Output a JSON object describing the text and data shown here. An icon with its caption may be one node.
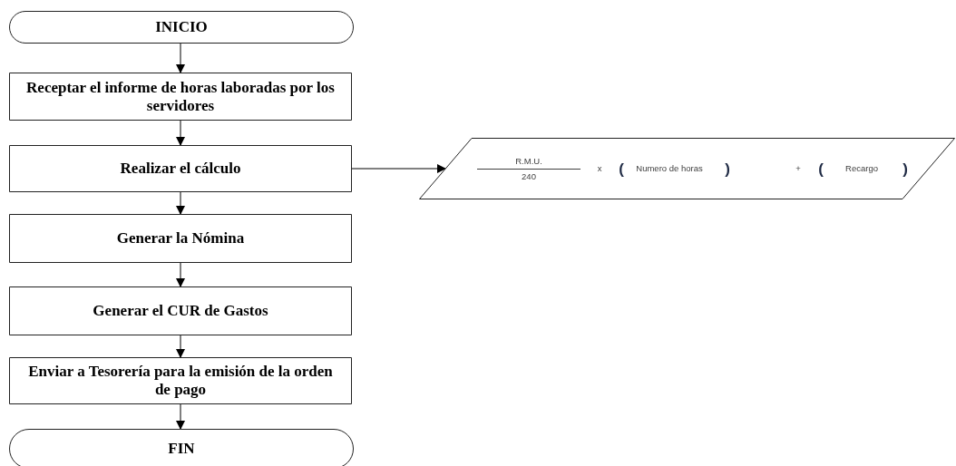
{
  "diagram": {
    "nodes": [
      {
        "text": [
          "INICIO"
        ]
      },
      {
        "text": [
          "Receptar el informe de horas laboradas por los servidores"
        ]
      },
      {
        "text": [
          "Realizar el cálculo"
        ]
      },
      {
        "text": [
          "R.M.U.",
          "240",
          "x",
          "(",
          "Numero de horas",
          ")",
          "+",
          "(",
          "Recargo",
          ")"
        ]
      },
      {
        "text": [
          "Generar la Nómina"
        ]
      },
      {
        "text": [
          "Generar el CUR de Gastos"
        ]
      },
      {
        "text": [
          "Enviar a Tesorería para la emisión de la orden de pago"
        ]
      },
      {
        "text": [
          "FIN"
        ]
      }
    ],
    "edges": [
      {
        "from": 0,
        "to": 1,
        "arrow": "to"
      },
      {
        "from": 1,
        "to": 2,
        "arrow": "to"
      },
      {
        "from": 2,
        "to": 3,
        "arrow": "to"
      },
      {
        "from": 2,
        "to": 4,
        "arrow": "to"
      },
      {
        "from": 4,
        "to": 5,
        "arrow": "to"
      },
      {
        "from": 5,
        "to": 6,
        "arrow": "to"
      },
      {
        "from": 6,
        "to": 7,
        "arrow": "to"
      }
    ]
  }
}
